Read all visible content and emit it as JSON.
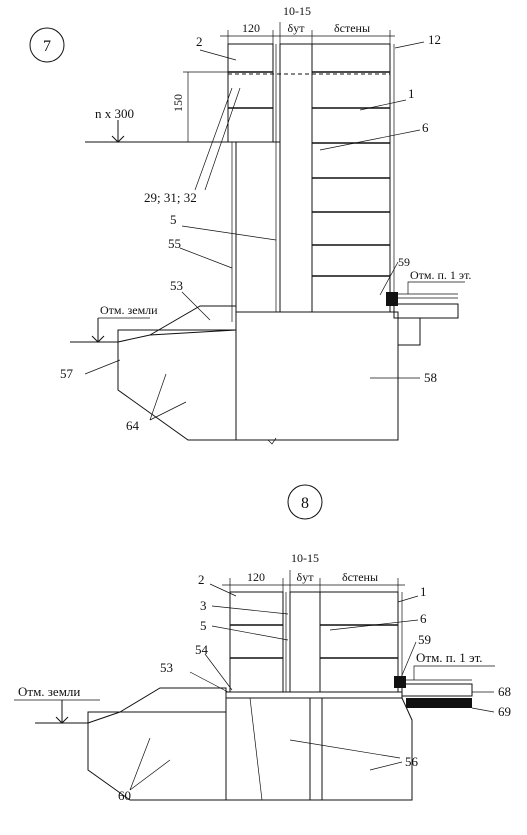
{
  "detail7": {
    "number": "7",
    "dim_120": "120",
    "dim_10_15": "10-15",
    "dim_dut": "δут",
    "dim_dsteny": "δстены",
    "dim_150": "150",
    "level_n300": "n x 300",
    "level_ground": "Отм. земли",
    "level_floor": "Отм. п. 1 эт.",
    "callouts": {
      "c2": "2",
      "c12": "12",
      "c1": "1",
      "c6": "6",
      "c29": "29; 31; 32",
      "c5": "5",
      "c55": "55",
      "c59": "59",
      "c53": "53",
      "c57": "57",
      "c58": "58",
      "c64": "64"
    }
  },
  "detail8": {
    "number": "8",
    "dim_120": "120",
    "dim_10_15": "10-15",
    "dim_dut": "δут",
    "dim_dsteny": "δстены",
    "level_ground": "Отм. земли",
    "level_floor": "Отм. п. 1 эт.",
    "callouts": {
      "c2": "2",
      "c1": "1",
      "c3": "3",
      "c6": "6",
      "c5": "5",
      "c59": "59",
      "c53": "53",
      "c54": "54",
      "c68": "68",
      "c69": "69",
      "c56": "56",
      "c60": "60"
    }
  },
  "colors": {
    "ink": "#111111",
    "paper": "#ffffff"
  }
}
